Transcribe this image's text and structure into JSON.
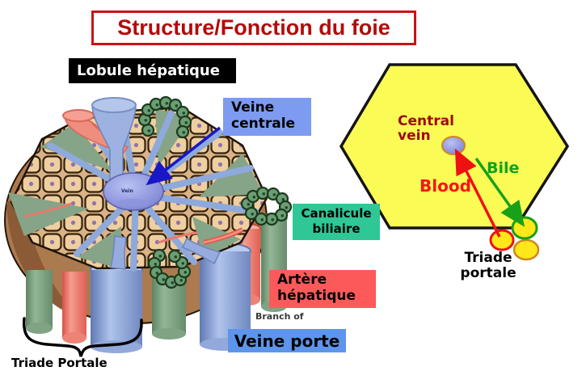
{
  "slide": {
    "title": "Structure/Fonction du foie"
  },
  "left_panel": {
    "heading": "Lobule hépatique",
    "veine_centrale": "Veine centrale",
    "canalicule_biliaire": "Canalicule biliaire",
    "artere_hepatique": "Artère hépatique",
    "branch_of": "Branch of",
    "veine_porte": "Veine porte",
    "triade_portale": "Triade Portale",
    "central_vein_small": "Vein"
  },
  "right_panel": {
    "central_vein": "Central vein",
    "bile": "Bile",
    "blood": "Blood",
    "triade_portale": "Triade portale"
  },
  "colors": {
    "title_red": "#B40A0A",
    "title_border": "#C81414",
    "heading_bg": "#000000",
    "veine_centrale_bg": "#7D9BF0",
    "canalicule_bg": "#2EC795",
    "artere_bg": "#FC5A5A",
    "veine_porte_bg": "#5D95EC",
    "hexagon_fill": "#FBFB55",
    "bile_green": "#0FA31B",
    "blood_red": "#F51616",
    "central_vein_text": "#9C0A0A",
    "portal_circle_yellow": "#FFE81A",
    "hepatocyte_tan": "#EFCF9F",
    "sinusoid_blue": "#8EA9DC",
    "bile_duct_green": "#6B9E74"
  }
}
